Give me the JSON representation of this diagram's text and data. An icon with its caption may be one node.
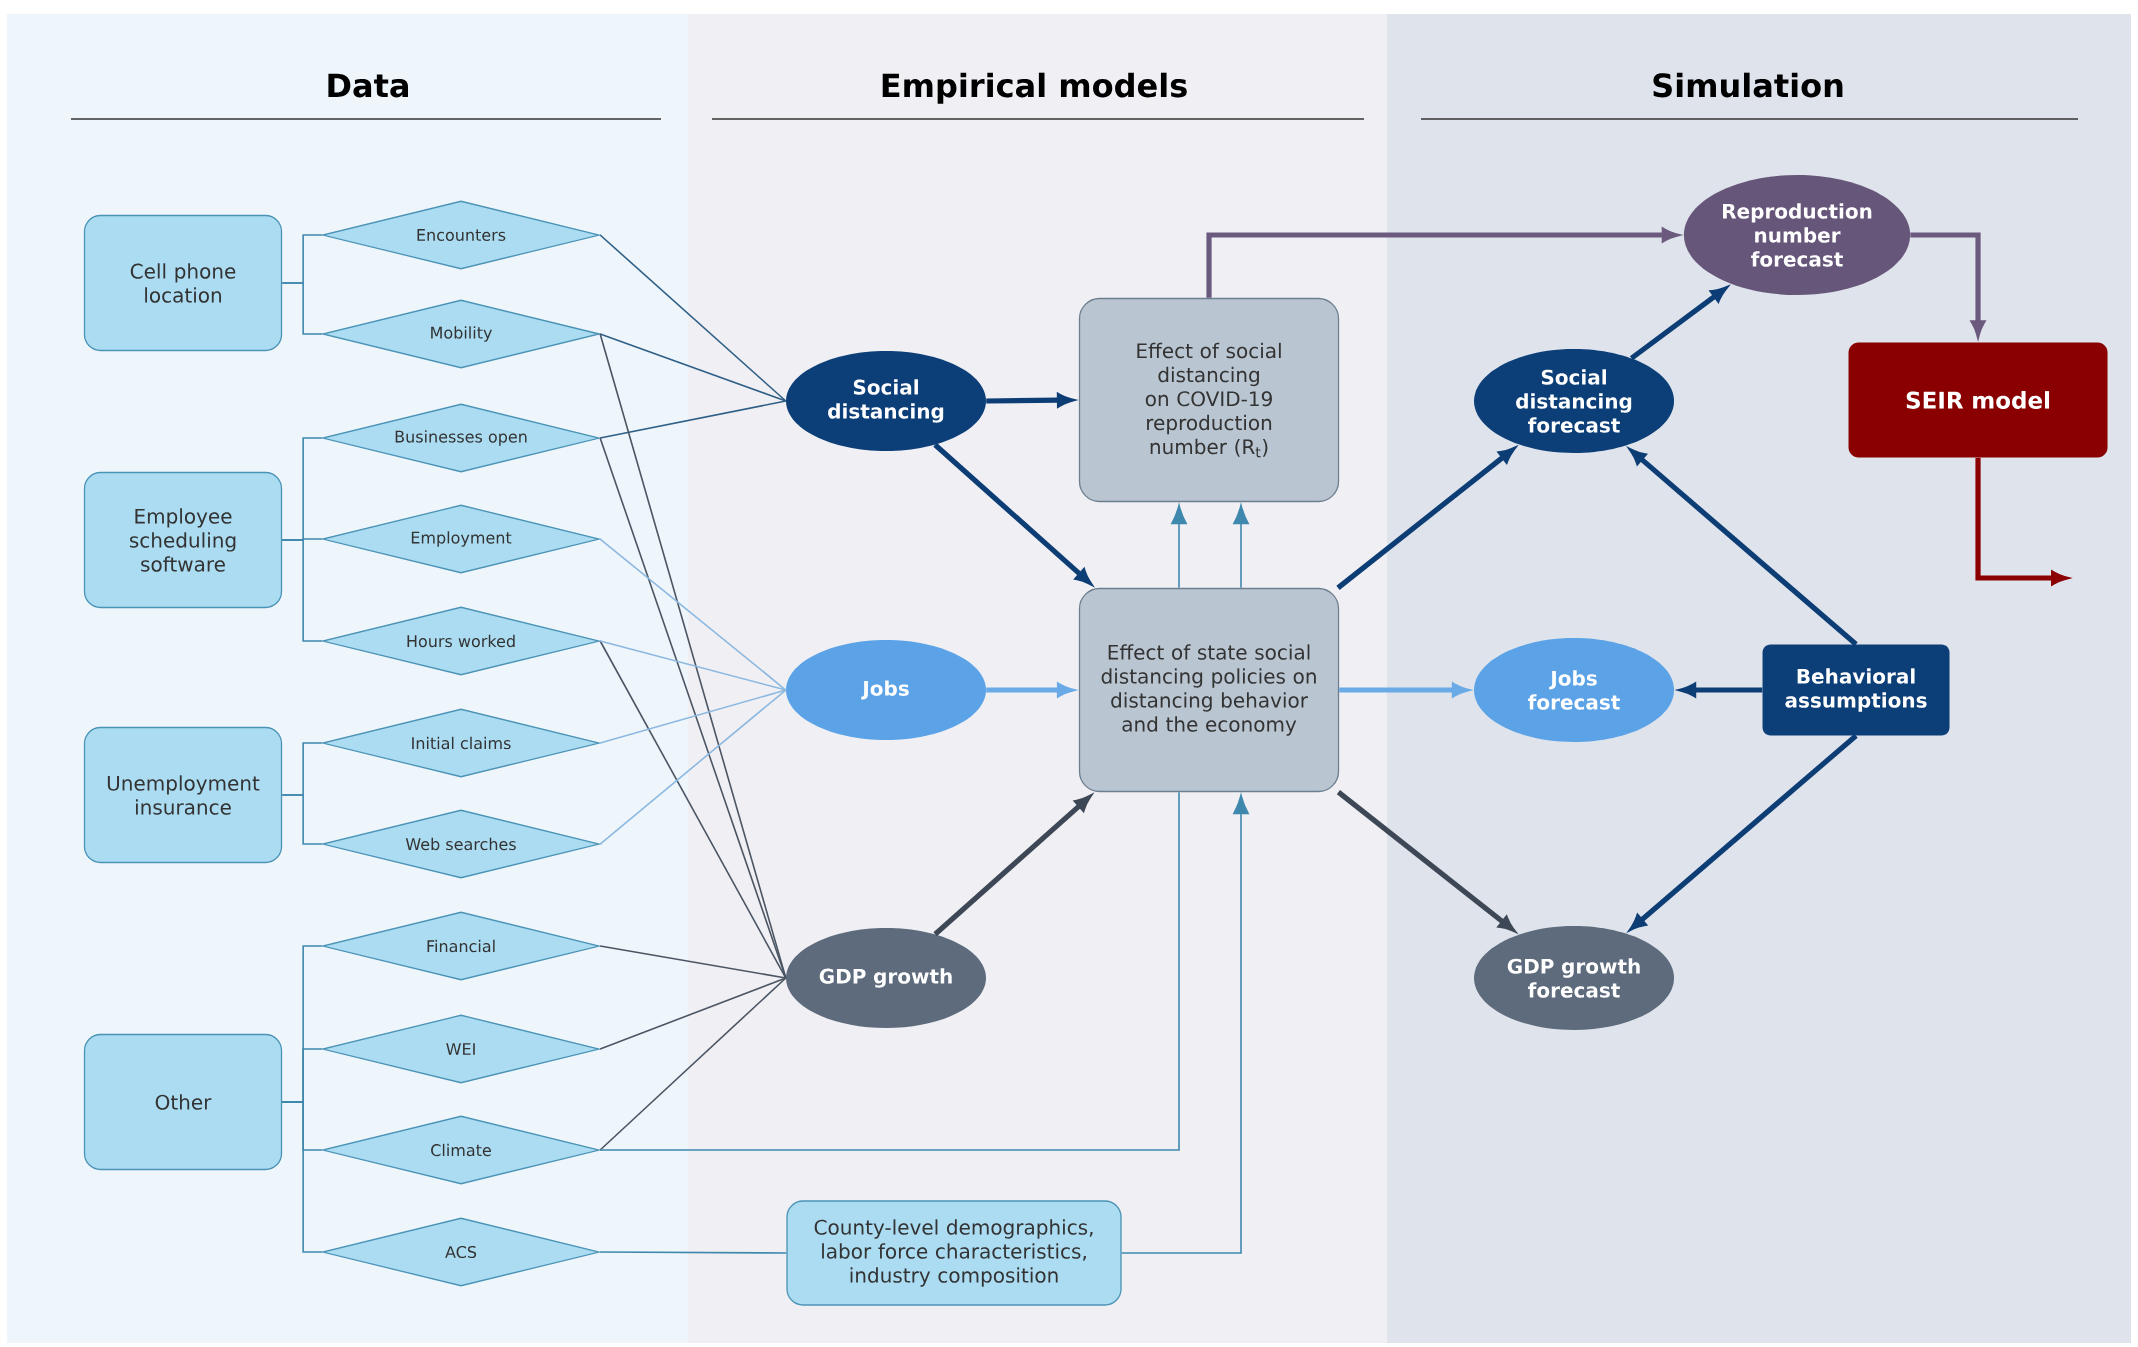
{
  "diagram": {
    "nodes": [
      {
        "text": [
          "Cell phone location"
        ]
      },
      {
        "text": [
          "Encounters"
        ]
      },
      {
        "text": [
          "Mobility"
        ]
      },
      {
        "text": [
          "Employee scheduling software"
        ]
      },
      {
        "text": [
          "Businesses open"
        ]
      },
      {
        "text": [
          "Employment"
        ]
      },
      {
        "text": [
          "Hours worked"
        ]
      },
      {
        "text": [
          "Unemployment insurance"
        ]
      },
      {
        "text": [
          "Initial claims"
        ]
      },
      {
        "text": [
          "Web searches"
        ]
      },
      {
        "text": [
          "Other"
        ]
      },
      {
        "text": [
          "Financial"
        ]
      },
      {
        "text": [
          "WEI"
        ]
      },
      {
        "text": [
          "Climate"
        ]
      },
      {
        "text": [
          "ACS"
        ]
      },
      {
        "text": [
          "Social distancing"
        ]
      },
      {
        "text": [
          "Jobs"
        ]
      },
      {
        "text": [
          "GDP growth"
        ]
      },
      {
        "text": [
          "County-level demographics, labor force characteristics, industry composition"
        ]
      },
      {
        "text": [
          "Effect of social distancing on COVID-19 reproduction number (R$_{t}$)"
        ]
      },
      {
        "text": [
          "Effect of state social distancing policies on distancing behavior and the economy"
        ]
      },
      {
        "text": [
          "Reproduction number forecast"
        ]
      },
      {
        "text": [
          "SEIR model"
        ]
      },
      {
        "text": [
          "Social distancing forecast"
        ]
      },
      {
        "text": [
          "Jobs forecast"
        ]
      },
      {
        "text": [
          "GDP growth forecast"
        ]
      },
      {
        "text": [
          "Behavioral assumptions"
        ]
      }
    ],
    "edges": [
      {
        "from": 0,
        "to": 1,
        "arrow": "none"
      },
      {
        "from": 0,
        "to": 2,
        "arrow": "none"
      },
      {
        "from": 3,
        "to": 4,
        "arrow": "none"
      },
      {
        "from": 3,
        "to": 5,
        "arrow": "none"
      },
      {
        "from": 3,
        "to": 6,
        "arrow": "none"
      },
      {
        "from": 7,
        "to": 8,
        "arrow": "none"
      },
      {
        "from": 7,
        "to": 9,
        "arrow": "none"
      },
      {
        "from": 10,
        "to": 11,
        "arrow": "none"
      },
      {
        "from": 10,
        "to": 12,
        "arrow": "none"
      },
      {
        "from": 10,
        "to": 13,
        "arrow": "none"
      },
      {
        "from": 10,
        "to": 14,
        "arrow": "none"
      },
      {
        "from": 1,
        "to": 15,
        "arrow": "none",
        "color": "#2f5f86"
      },
      {
        "from": 2,
        "to": 15,
        "arrow": "none",
        "color": "#2f5f86"
      },
      {
        "from": 4,
        "to": 15,
        "arrow": "none",
        "color": "#2f5f86"
      },
      {
        "from": 2,
        "to": 17,
        "arrow": "none",
        "color": "#4b5563"
      },
      {
        "from": 4,
        "to": 17,
        "arrow": "none",
        "color": "#4b5563"
      },
      {
        "from": 6,
        "to": 17,
        "arrow": "none",
        "color": "#4b5563"
      },
      {
        "from": 11,
        "to": 17,
        "arrow": "none",
        "color": "#4b5563"
      },
      {
        "from": 12,
        "to": 17,
        "arrow": "none",
        "color": "#4b5563"
      },
      {
        "from": 13,
        "to": 17,
        "arrow": "none",
        "color": "#4b5563"
      },
      {
        "from": 5,
        "to": 16,
        "arrow": "none",
        "color": "#8cb8e0"
      },
      {
        "from": 6,
        "to": 16,
        "arrow": "none",
        "color": "#8cb8e0"
      },
      {
        "from": 8,
        "to": 16,
        "arrow": "none",
        "color": "#8cb8e0"
      },
      {
        "from": 9,
        "to": 16,
        "arrow": "none",
        "color": "#8cb8e0"
      },
      {
        "from": 14,
        "to": 18,
        "arrow": "none"
      },
      {
        "from": 13,
        "to": 20,
        "arrow": "none"
      },
      {
        "from": 18,
        "to": 20,
        "arrow": "to"
      },
      {
        "from": 15,
        "to": 19,
        "arrow": "to",
        "style": "thick",
        "color": "#0d3d75"
      },
      {
        "from": 15,
        "to": 20,
        "arrow": "to",
        "style": "thick",
        "color": "#0d3d75"
      },
      {
        "from": 16,
        "to": 20,
        "arrow": "to",
        "style": "thick",
        "color": "#6aaae6"
      },
      {
        "from": 17,
        "to": 20,
        "arrow": "to",
        "style": "thick",
        "color": "#3d4756"
      },
      {
        "from": 20,
        "to": 19,
        "arrow": "to"
      },
      {
        "from": 20,
        "to": 19,
        "arrow": "to"
      },
      {
        "from": 19,
        "to": 21,
        "arrow": "to",
        "style": "thick",
        "color": "#6b5a7e"
      },
      {
        "from": 20,
        "to": 23,
        "arrow": "to",
        "style": "thick",
        "color": "#0d3d75"
      },
      {
        "from": 20,
        "to": 24,
        "arrow": "to",
        "style": "thick",
        "color": "#6aaae6"
      },
      {
        "from": 20,
        "to": 25,
        "arrow": "to",
        "style": "thick",
        "color": "#3d4756"
      },
      {
        "from": 23,
        "to": 21,
        "arrow": "to",
        "style": "thick",
        "color": "#0d3d75"
      },
      {
        "from": 21,
        "to": 22,
        "arrow": "to",
        "style": "thick",
        "color": "#6b5a7e"
      },
      {
        "from": 26,
        "to": 23,
        "arrow": "to",
        "style": "thick",
        "color": "#0d3d75"
      },
      {
        "from": 26,
        "to": 24,
        "arrow": "to",
        "style": "thick",
        "color": "#0d3d75"
      },
      {
        "from": 26,
        "to": 25,
        "arrow": "to",
        "style": "thick",
        "color": "#0d3d75"
      },
      {
        "from": 22,
        "to": null,
        "arrow": "to",
        "style": "thick",
        "color": "#8b0000"
      }
    ],
    "labels": [
      "Data",
      "Empirical models",
      "Simulation"
    ]
  }
}
